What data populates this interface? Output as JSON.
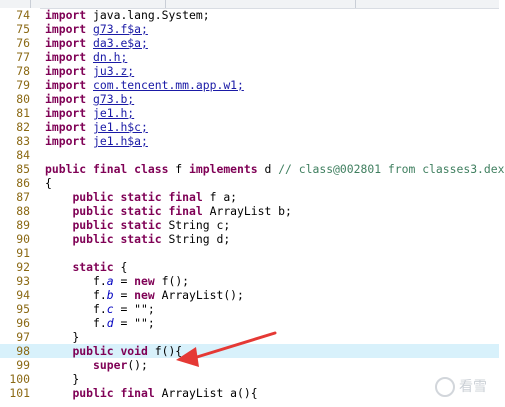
{
  "editor": {
    "lines": [
      {
        "num": "74",
        "tokens": [
          {
            "t": "import",
            "c": "kw"
          },
          {
            "t": " java.lang.System;"
          }
        ]
      },
      {
        "num": "75",
        "tokens": [
          {
            "t": "import",
            "c": "kw"
          },
          {
            "t": " "
          },
          {
            "t": "g73.f$a;",
            "c": "lnk"
          }
        ]
      },
      {
        "num": "76",
        "tokens": [
          {
            "t": "import",
            "c": "kw"
          },
          {
            "t": " "
          },
          {
            "t": "da3.e$a;",
            "c": "lnk"
          }
        ]
      },
      {
        "num": "77",
        "tokens": [
          {
            "t": "import",
            "c": "kw"
          },
          {
            "t": " "
          },
          {
            "t": "dn.h;",
            "c": "lnk"
          }
        ]
      },
      {
        "num": "78",
        "tokens": [
          {
            "t": "import",
            "c": "kw"
          },
          {
            "t": " "
          },
          {
            "t": "ju3.z;",
            "c": "lnk"
          }
        ]
      },
      {
        "num": "79",
        "tokens": [
          {
            "t": "import",
            "c": "kw"
          },
          {
            "t": " "
          },
          {
            "t": "com.tencent.mm.app.w1;",
            "c": "lnk"
          }
        ]
      },
      {
        "num": "80",
        "tokens": [
          {
            "t": "import",
            "c": "kw"
          },
          {
            "t": " "
          },
          {
            "t": "g73.b;",
            "c": "lnk"
          }
        ]
      },
      {
        "num": "81",
        "tokens": [
          {
            "t": "import",
            "c": "kw"
          },
          {
            "t": " "
          },
          {
            "t": "je1.h;",
            "c": "lnk"
          }
        ]
      },
      {
        "num": "82",
        "tokens": [
          {
            "t": "import",
            "c": "kw"
          },
          {
            "t": " "
          },
          {
            "t": "je1.h$c;",
            "c": "lnk"
          }
        ]
      },
      {
        "num": "83",
        "tokens": [
          {
            "t": "import",
            "c": "kw"
          },
          {
            "t": " "
          },
          {
            "t": "je1.h$a;",
            "c": "lnk"
          }
        ]
      },
      {
        "num": "84",
        "tokens": []
      },
      {
        "num": "85",
        "tokens": [
          {
            "t": "public final class",
            "c": "kw"
          },
          {
            "t": " f "
          },
          {
            "t": "implements",
            "c": "kw"
          },
          {
            "t": " d "
          },
          {
            "t": "// class@002801 from classes3.dex",
            "c": "cm"
          }
        ]
      },
      {
        "num": "86",
        "tokens": [
          {
            "t": "{"
          }
        ]
      },
      {
        "num": "87",
        "tokens": [
          {
            "t": "    "
          },
          {
            "t": "public static final",
            "c": "kw"
          },
          {
            "t": " f a;"
          }
        ]
      },
      {
        "num": "88",
        "tokens": [
          {
            "t": "    "
          },
          {
            "t": "public static final",
            "c": "kw"
          },
          {
            "t": " ArrayList b;"
          }
        ]
      },
      {
        "num": "89",
        "tokens": [
          {
            "t": "    "
          },
          {
            "t": "public static",
            "c": "kw"
          },
          {
            "t": " String c;"
          }
        ]
      },
      {
        "num": "90",
        "tokens": [
          {
            "t": "    "
          },
          {
            "t": "public static",
            "c": "kw"
          },
          {
            "t": " String d;"
          }
        ]
      },
      {
        "num": "91",
        "tokens": []
      },
      {
        "num": "92",
        "tokens": [
          {
            "t": "    "
          },
          {
            "t": "static",
            "c": "kw"
          },
          {
            "t": " {"
          }
        ]
      },
      {
        "num": "93",
        "tokens": [
          {
            "t": "       f."
          },
          {
            "t": "a",
            "c": "fld"
          },
          {
            "t": " = "
          },
          {
            "t": "new",
            "c": "kw"
          },
          {
            "t": " f();"
          }
        ]
      },
      {
        "num": "94",
        "tokens": [
          {
            "t": "       f."
          },
          {
            "t": "b",
            "c": "fld"
          },
          {
            "t": " = "
          },
          {
            "t": "new",
            "c": "kw"
          },
          {
            "t": " ArrayList();"
          }
        ]
      },
      {
        "num": "95",
        "tokens": [
          {
            "t": "       f."
          },
          {
            "t": "c",
            "c": "fld"
          },
          {
            "t": " = \"\";"
          }
        ]
      },
      {
        "num": "96",
        "tokens": [
          {
            "t": "       f."
          },
          {
            "t": "d",
            "c": "fld"
          },
          {
            "t": " = \"\";"
          }
        ]
      },
      {
        "num": "97",
        "tokens": [
          {
            "t": "    }"
          }
        ]
      },
      {
        "num": "98",
        "highlight": true,
        "tokens": [
          {
            "t": "    "
          },
          {
            "t": "public void",
            "c": "kw"
          },
          {
            "t": " f(){"
          }
        ]
      },
      {
        "num": "99",
        "tokens": [
          {
            "t": "       "
          },
          {
            "t": "super",
            "c": "kw"
          },
          {
            "t": "();"
          }
        ]
      },
      {
        "num": "100",
        "tokens": [
          {
            "t": "    }"
          }
        ]
      },
      {
        "num": "101",
        "tokens": [
          {
            "t": "    "
          },
          {
            "t": "public final",
            "c": "kw"
          },
          {
            "t": " ArrayList a(){"
          }
        ]
      }
    ]
  },
  "annotation": {
    "color": "#e53935"
  },
  "watermark": {
    "text": "看雪"
  }
}
